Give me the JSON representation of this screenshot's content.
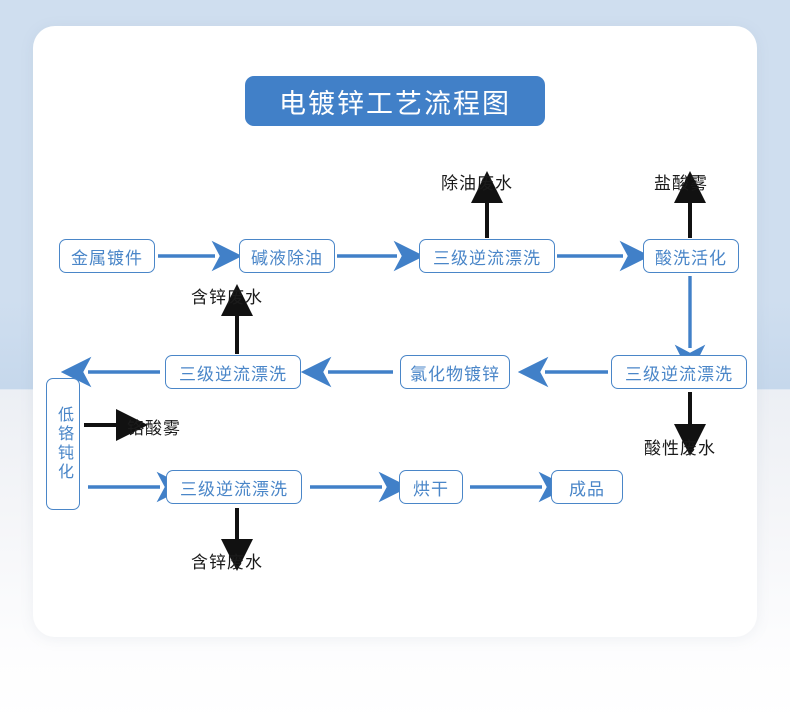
{
  "page": {
    "title_badge": "电镀锌工艺流程图",
    "accent_blue": "#4180c8",
    "node_border": "#4a86c8",
    "node_text": "#4a86c8",
    "byproduct_text": "#1b1b1b",
    "card_bg": "#ffffff",
    "bg_top": "#cfdeef",
    "bg_bottom": "#ffffff"
  },
  "nodes": {
    "n1": "金属镀件",
    "n2": "碱液除油",
    "n3": "三级逆流漂洗",
    "n4": "酸洗活化",
    "n5": "三级逆流漂洗",
    "n6": "氯化物镀锌",
    "n7": "三级逆流漂洗",
    "n8": "低铬钝化",
    "n9": "三级逆流漂洗",
    "n10": "烘干",
    "n11": "成品"
  },
  "byproducts": {
    "b1": "除油废水",
    "b2": "盐酸雾",
    "b3": "含锌废水",
    "b4": "酸性废水",
    "b5": "铬酸雾",
    "b6": "含锌废水"
  },
  "flow": {
    "row1": [
      "金属镀件",
      "碱液除油",
      "三级逆流漂洗",
      "酸洗活化"
    ],
    "row2": [
      "三级逆流漂洗",
      "氯化物镀锌",
      "三级逆流漂洗",
      "低铬钝化"
    ],
    "row3": [
      "低铬钝化",
      "三级逆流漂洗",
      "烘干",
      "成品"
    ],
    "waste_streams": [
      {
        "from": "三级逆流漂洗",
        "label": "除油废水",
        "direction": "up"
      },
      {
        "from": "酸洗活化",
        "label": "盐酸雾",
        "direction": "up"
      },
      {
        "from": "三级逆流漂洗",
        "label": "含锌废水",
        "direction": "up"
      },
      {
        "from": "三级逆流漂洗",
        "label": "酸性废水",
        "direction": "down"
      },
      {
        "from": "低铬钝化",
        "label": "铬酸雾",
        "direction": "right"
      },
      {
        "from": "三级逆流漂洗",
        "label": "含锌废水",
        "direction": "down"
      }
    ]
  }
}
